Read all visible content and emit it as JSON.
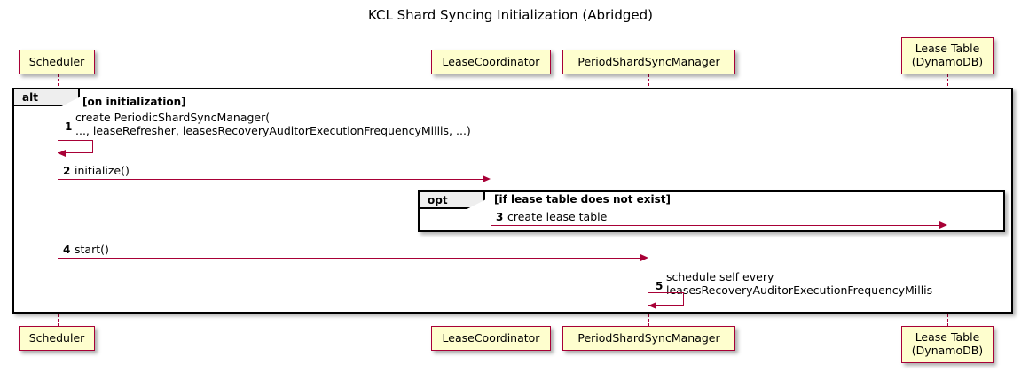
{
  "diagram": {
    "title": "KCL Shard Syncing Initialization (Abridged)",
    "type": "sequence-diagram",
    "colors": {
      "participant_fill": "#FEFECE",
      "participant_border": "#A80036",
      "arrow": "#A80036",
      "fragment_border": "#000000",
      "fragment_tab_fill": "#EEEEEE",
      "background": "#FFFFFF"
    }
  },
  "participants": [
    {
      "id": "scheduler",
      "label": "Scheduler"
    },
    {
      "id": "leasecoord",
      "label": "LeaseCoordinator"
    },
    {
      "id": "psm",
      "label": "PeriodShardSyncManager"
    },
    {
      "id": "leasetable",
      "label": "Lease Table\n(DynamoDB)"
    }
  ],
  "fragments": [
    {
      "id": "alt",
      "operator": "alt",
      "guard": "[on initialization]"
    },
    {
      "id": "opt",
      "operator": "opt",
      "guard": "[if lease table does not exist]"
    }
  ],
  "messages": [
    {
      "number": "1",
      "text": "create PeriodicShardSyncManager(\n    ..., leaseRefresher, leasesRecoveryAuditorExecutionFrequencyMillis, ...)",
      "from": "scheduler",
      "to": "scheduler",
      "kind": "self"
    },
    {
      "number": "2",
      "text": "initialize()",
      "from": "scheduler",
      "to": "leasecoord",
      "kind": "sync"
    },
    {
      "number": "3",
      "text": "create lease table",
      "from": "leasecoord",
      "to": "leasetable",
      "kind": "sync"
    },
    {
      "number": "4",
      "text": "start()",
      "from": "scheduler",
      "to": "psm",
      "kind": "sync"
    },
    {
      "number": "5",
      "text": "schedule self every\n   leasesRecoveryAuditorExecutionFrequencyMillis",
      "from": "psm",
      "to": "psm",
      "kind": "self"
    }
  ]
}
